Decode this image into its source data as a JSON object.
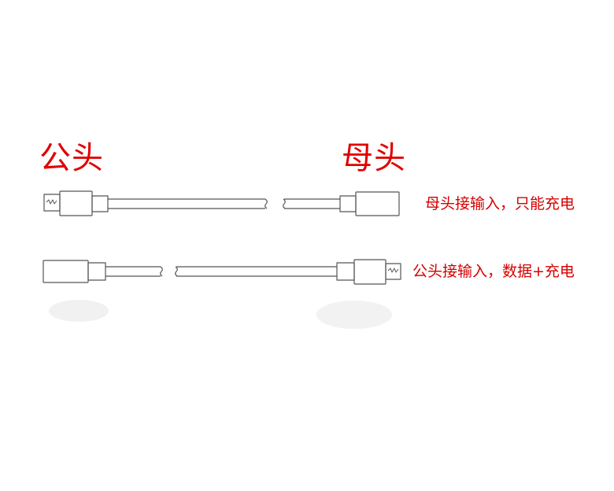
{
  "labels": {
    "male": "公头",
    "female": "母头"
  },
  "rows": [
    {
      "description": "母头接输入，只能充电"
    },
    {
      "description": "公头接输入，数据+充电"
    }
  ],
  "colors": {
    "label_red": "#e00000",
    "line": "#555555"
  }
}
